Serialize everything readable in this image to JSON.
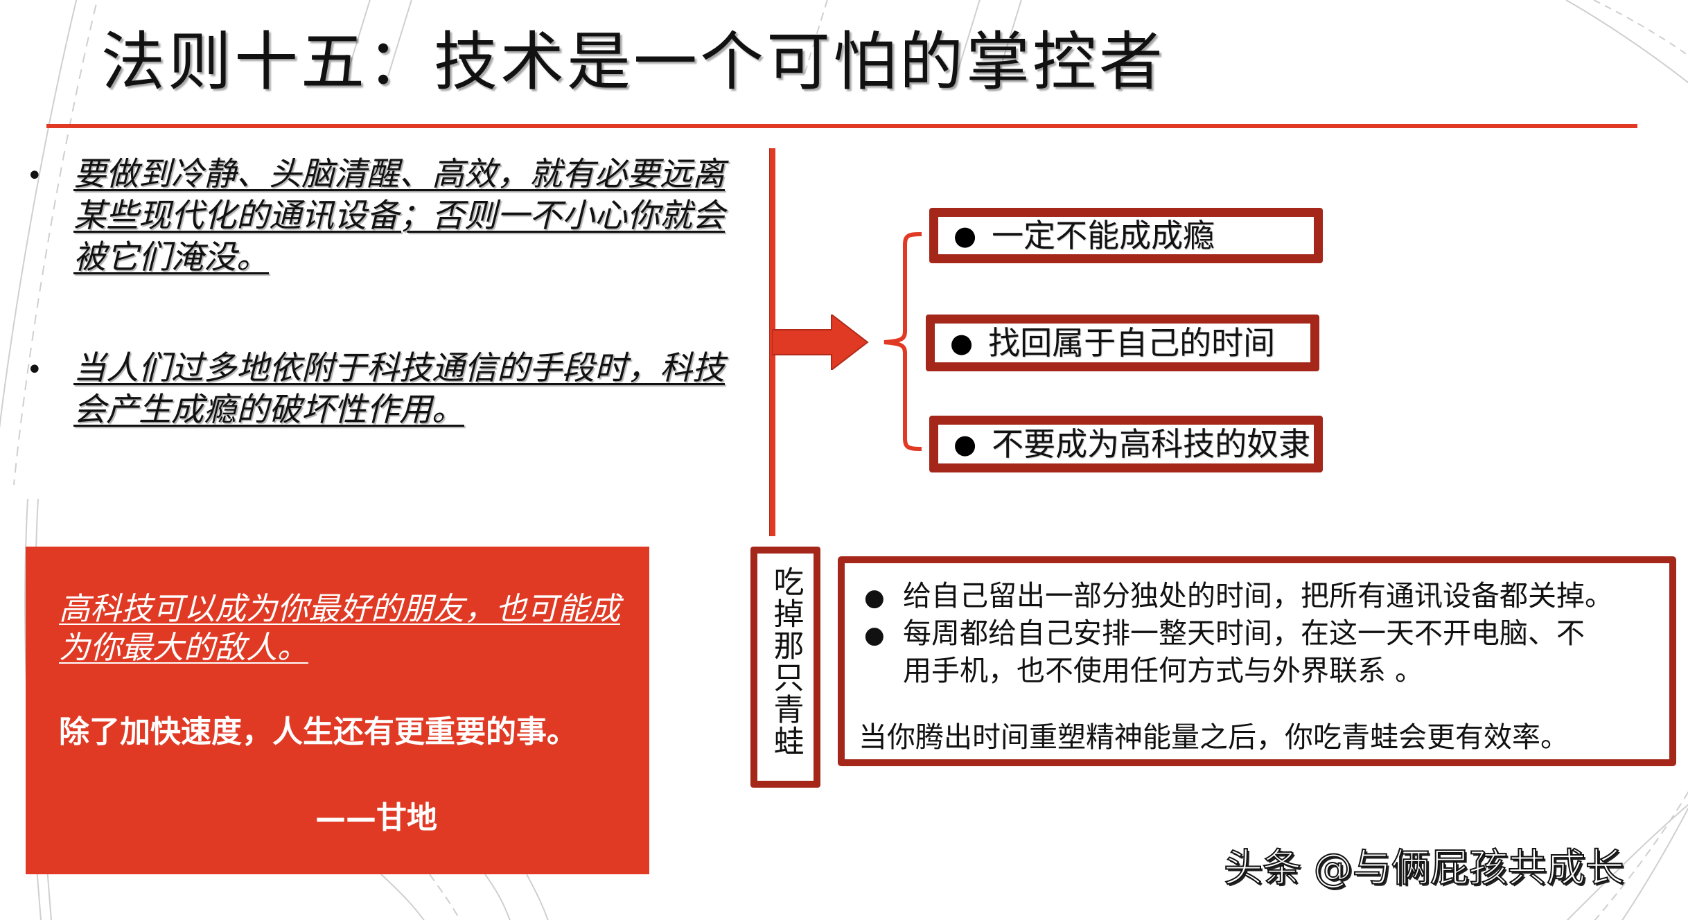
{
  "slide": {
    "title": "法则十五：技术是一个可怕的掌控者",
    "accent_color": "#e03a25",
    "box_border_color": "#a4271a"
  },
  "bullets": [
    {
      "marker": "•",
      "text": "要做到冷静、头脑清醒、高效，就有必要远离某些现代化的通讯设备；否则一不小心你就会被它们淹没。"
    },
    {
      "marker": "•",
      "text": "当人们过多地依附于科技通信的手段时，科技会产生成瘾的破坏性作用。"
    }
  ],
  "quote_box": {
    "line1": "高科技可以成为你最好的朋友，也可能成为你最大的敌人。",
    "line2": "除了加快速度，人生还有更重要的事。",
    "attribution": "——甘地"
  },
  "points": [
    {
      "marker": "●",
      "label": "一定不能成成瘾"
    },
    {
      "marker": "●",
      "label": "找回属于自己的时间"
    },
    {
      "marker": "●",
      "label": "不要成为高科技的奴隶"
    }
  ],
  "frog": {
    "label": "吃掉那只青蛙",
    "tips": [
      {
        "marker": "●",
        "line1": "给自己留出一部分独处的时间，把所有通讯设备都关掉。"
      },
      {
        "marker": "●",
        "line1": "每周都给自己安排一整天时间，在这一天不开电脑、不",
        "line2": "用手机，也不使用任何方式与外界联系 。"
      }
    ],
    "summary": "当你腾出时间重塑精神能量之后，你吃青蛙会更有效率。"
  },
  "watermark": "头条 @与俩屁孩共成长"
}
